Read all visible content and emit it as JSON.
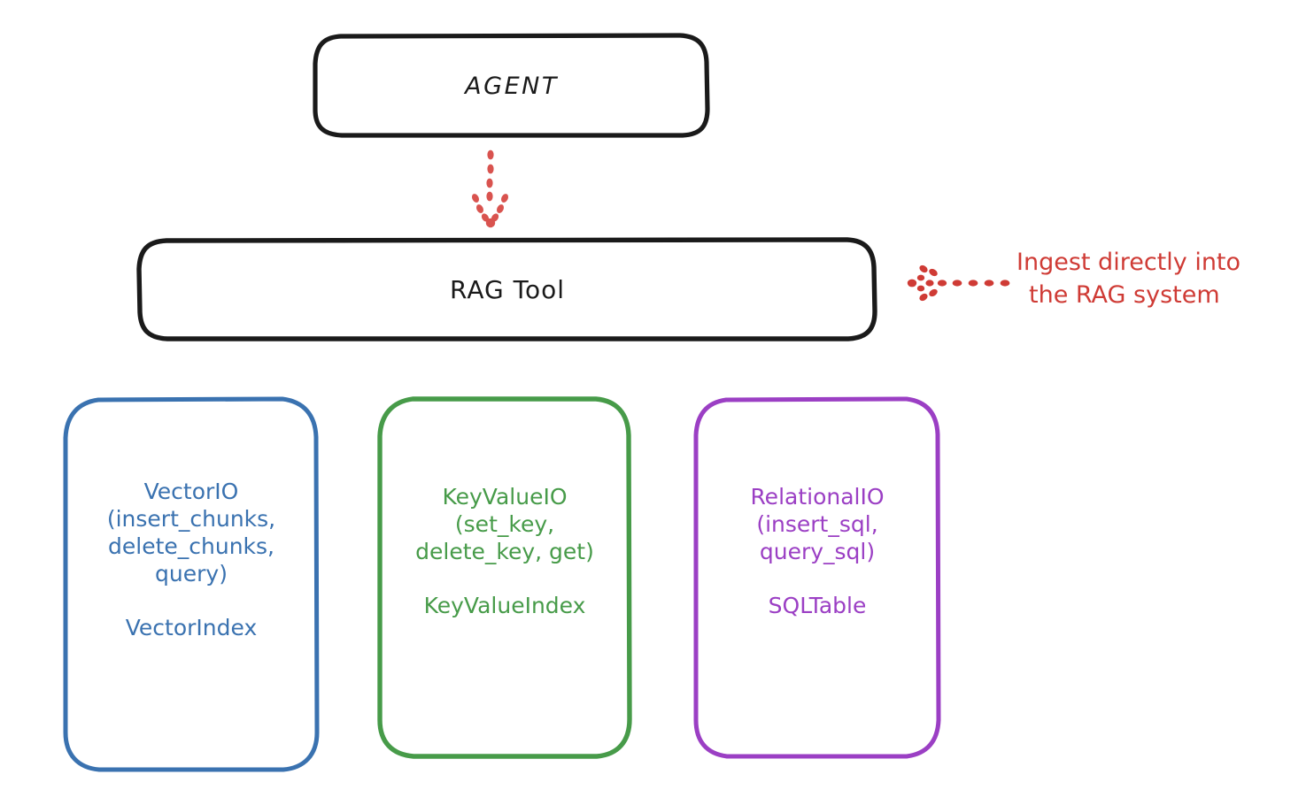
{
  "diagram": {
    "title_node": {
      "label": "AGENT"
    },
    "tool_node": {
      "label": "RAG Tool"
    },
    "annotation": {
      "line1": "Ingest directly into",
      "line2": "the RAG system",
      "color": "#cf3b35"
    },
    "leaves": [
      {
        "id": "vectorio",
        "color": "#3a72b0",
        "lines": [
          "VectorIO",
          "(insert_chunks,",
          "delete_chunks,",
          "query)"
        ],
        "index": "VectorIndex"
      },
      {
        "id": "keyvalueio",
        "color": "#479b49",
        "lines": [
          "KeyValueIO",
          "(set_key,",
          "delete_key, get)"
        ],
        "index": "KeyValueIndex"
      },
      {
        "id": "relationalio",
        "color": "#9b3fc4",
        "lines": [
          "RelationalIO",
          "(insert_sql,",
          "query_sql)"
        ],
        "index": "SQLTable"
      }
    ],
    "connectors": [
      {
        "id": "agent-to-ragtool",
        "style": "dotted-arrow",
        "direction": "down",
        "color": "#d9534f"
      },
      {
        "id": "annotation-to-ragtool",
        "style": "dotted-arrow",
        "direction": "left",
        "color": "#cf3b35"
      }
    ],
    "colors": {
      "stroke_black": "#1a1a1a",
      "blue": "#3a72b0",
      "green": "#479b49",
      "purple": "#9b3fc4",
      "red": "#cf3b35",
      "background": "#ffffff"
    }
  }
}
